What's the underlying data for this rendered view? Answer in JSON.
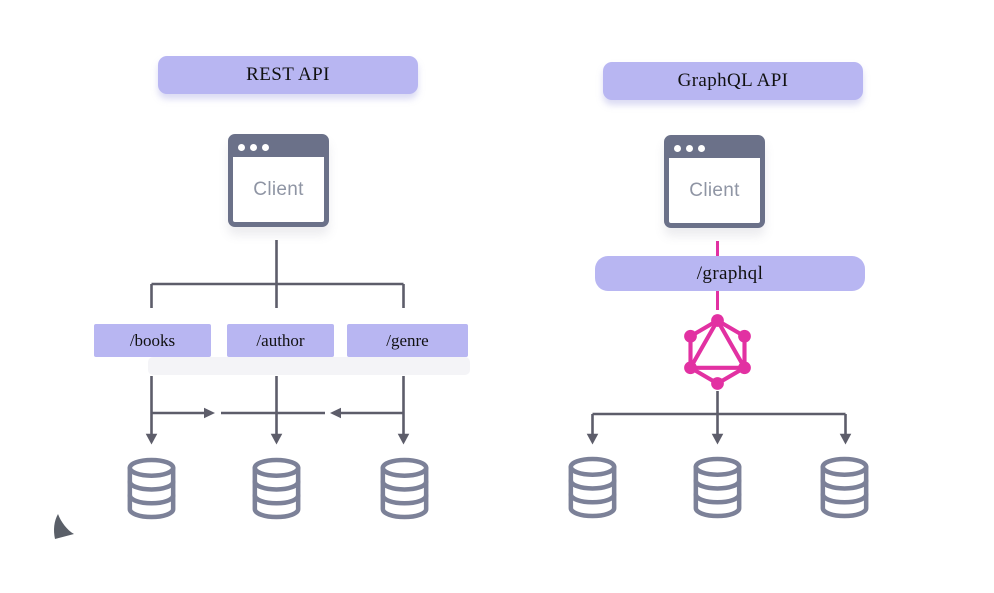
{
  "left": {
    "title": "REST API",
    "client_label": "Client",
    "endpoints": [
      "/books",
      "/author",
      "/genre"
    ],
    "database_count": 3
  },
  "right": {
    "title": "GraphQL API",
    "client_label": "Client",
    "endpoint": "/graphql",
    "database_count": 3
  },
  "colors": {
    "label_bg": "#b8b6f2",
    "line_gray": "#5d5d6a",
    "db_stroke": "#7c8198",
    "client_frame": "#6b7189",
    "client_text": "#8f95a4",
    "pink": "#e231a2",
    "ghost_band": "#f4f4f7",
    "cursor": "#5a5f68"
  }
}
